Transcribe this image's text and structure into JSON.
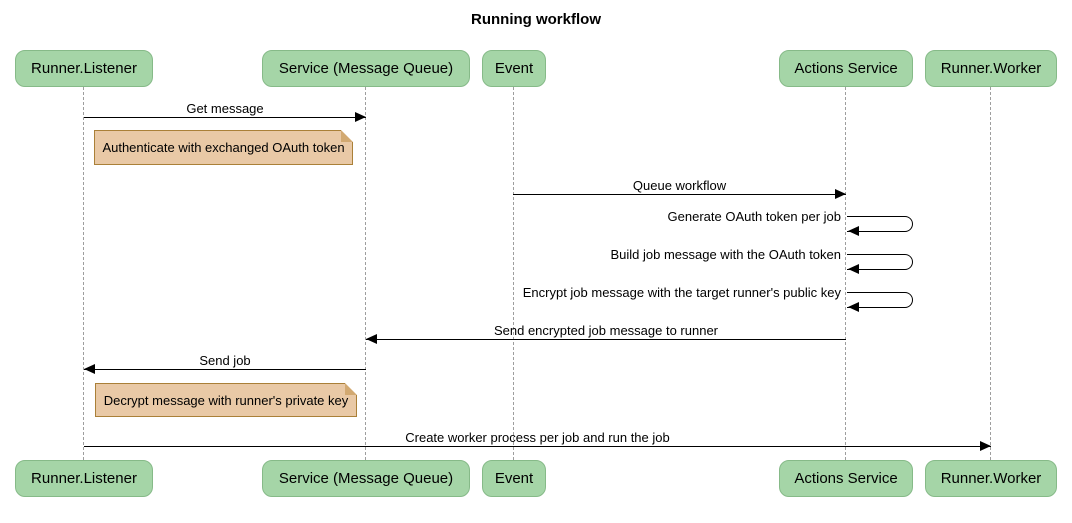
{
  "title": "Running workflow",
  "diagram_type": "sequence-diagram",
  "colors": {
    "actor_fill": "#a5d5a7",
    "actor_border": "#86ba88",
    "note_fill": "#e9c9a6",
    "note_border": "#aa8038",
    "lifeline": "#9e9e9e",
    "arrow": "#000000",
    "background": "#ffffff"
  },
  "actors": [
    {
      "name": "Runner.Listener"
    },
    {
      "name": "Service (Message Queue)"
    },
    {
      "name": "Event"
    },
    {
      "name": "Actions Service"
    },
    {
      "name": "Runner.Worker"
    }
  ],
  "messages": [
    {
      "label": "Get message",
      "from": "Runner.Listener",
      "to": "Service (Message Queue)",
      "direction": "right"
    },
    {
      "label": "Queue workflow",
      "from": "Event",
      "to": "Actions Service",
      "direction": "right"
    },
    {
      "label": "Generate OAuth token per job",
      "from": "Actions Service",
      "to": "Actions Service",
      "direction": "self"
    },
    {
      "label": "Build job message with the OAuth token",
      "from": "Actions Service",
      "to": "Actions Service",
      "direction": "self"
    },
    {
      "label": "Encrypt job message with the target runner's public key",
      "from": "Actions Service",
      "to": "Actions Service",
      "direction": "self"
    },
    {
      "label": "Send encrypted job message to runner",
      "from": "Actions Service",
      "to": "Service (Message Queue)",
      "direction": "left"
    },
    {
      "label": "Send job",
      "from": "Service (Message Queue)",
      "to": "Runner.Listener",
      "direction": "left"
    },
    {
      "label": "Create worker process per job and run the job",
      "from": "Runner.Listener",
      "to": "Runner.Worker",
      "direction": "right"
    }
  ],
  "notes": [
    {
      "label": "Authenticate with exchanged OAuth token",
      "over": "Runner.Listener"
    },
    {
      "label": "Decrypt message with runner's private key",
      "over": "Runner.Listener"
    }
  ]
}
